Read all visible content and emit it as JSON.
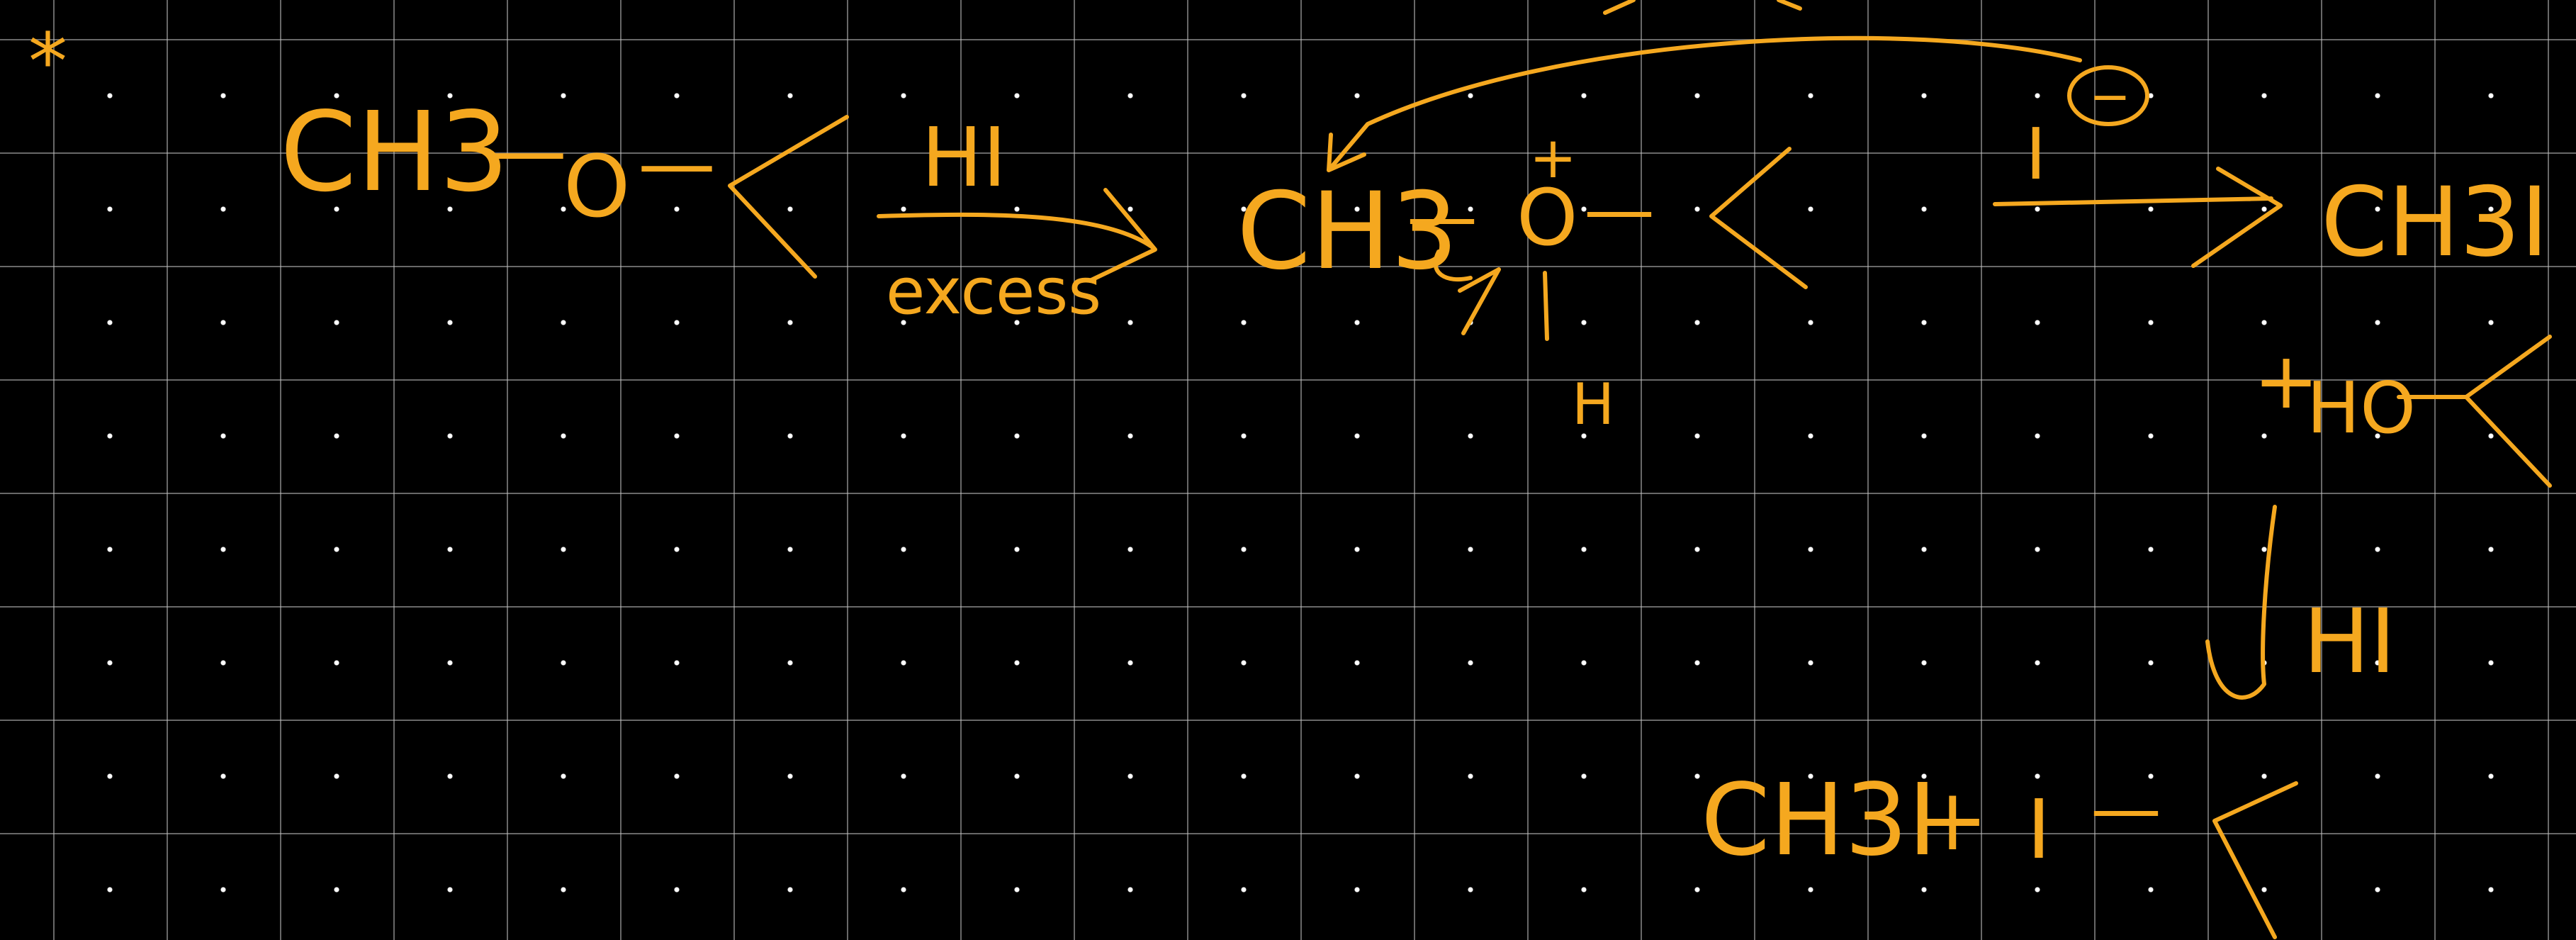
{
  "canvas": {
    "background_color": "#000000",
    "grid_color": "#bebebe",
    "ink_color": "#f5a81f"
  },
  "notes": {
    "bullet": "*",
    "reactant": {
      "methyl": "CH3",
      "bond1": "—",
      "oxygen": "O",
      "bond2": "—"
    },
    "reagent_above": "HI",
    "reagent_below": "excess",
    "intermediate": {
      "methyl": "CH3",
      "bond1": "—",
      "oxygen": "O",
      "charge": "+",
      "bond2": "—",
      "hydrogen": "H"
    },
    "iodide": {
      "symbol": "I",
      "charge": "−"
    },
    "product_1": "CH3I",
    "product_2": {
      "plus": "+",
      "text": "HO"
    },
    "second_reagent": "HI",
    "final_products": {
      "methyl_iodide": "CH3I",
      "plus": "+",
      "iodine": "I",
      "bond": "—"
    }
  }
}
